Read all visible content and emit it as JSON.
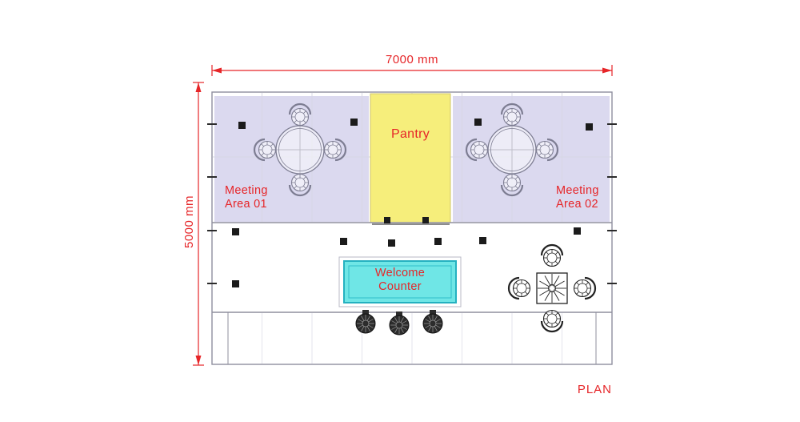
{
  "colors": {
    "accent": "#e62528",
    "lavender": "#dbd9ef",
    "pantry-yellow": "#f6ee7b",
    "counter-cyan": "#6fe6e6",
    "counter-border": "#25b1c0",
    "wall": "#8f8f9e",
    "furniture-gray": "#7d7d92",
    "furniture-dark": "#222222",
    "grid-light": "#d7d7e4"
  },
  "dimensions": {
    "width_label": "7000 mm",
    "height_label": "5000 mm"
  },
  "areas": {
    "meeting01": {
      "line1": "Meeting",
      "line2": "Area 01"
    },
    "meeting02": {
      "line1": "Meeting",
      "line2": "Area 02"
    },
    "pantry": {
      "label": "Pantry"
    },
    "welcome_counter": {
      "line1": "Welcome",
      "line2": "Counter"
    }
  },
  "plan_label": "PLAN"
}
